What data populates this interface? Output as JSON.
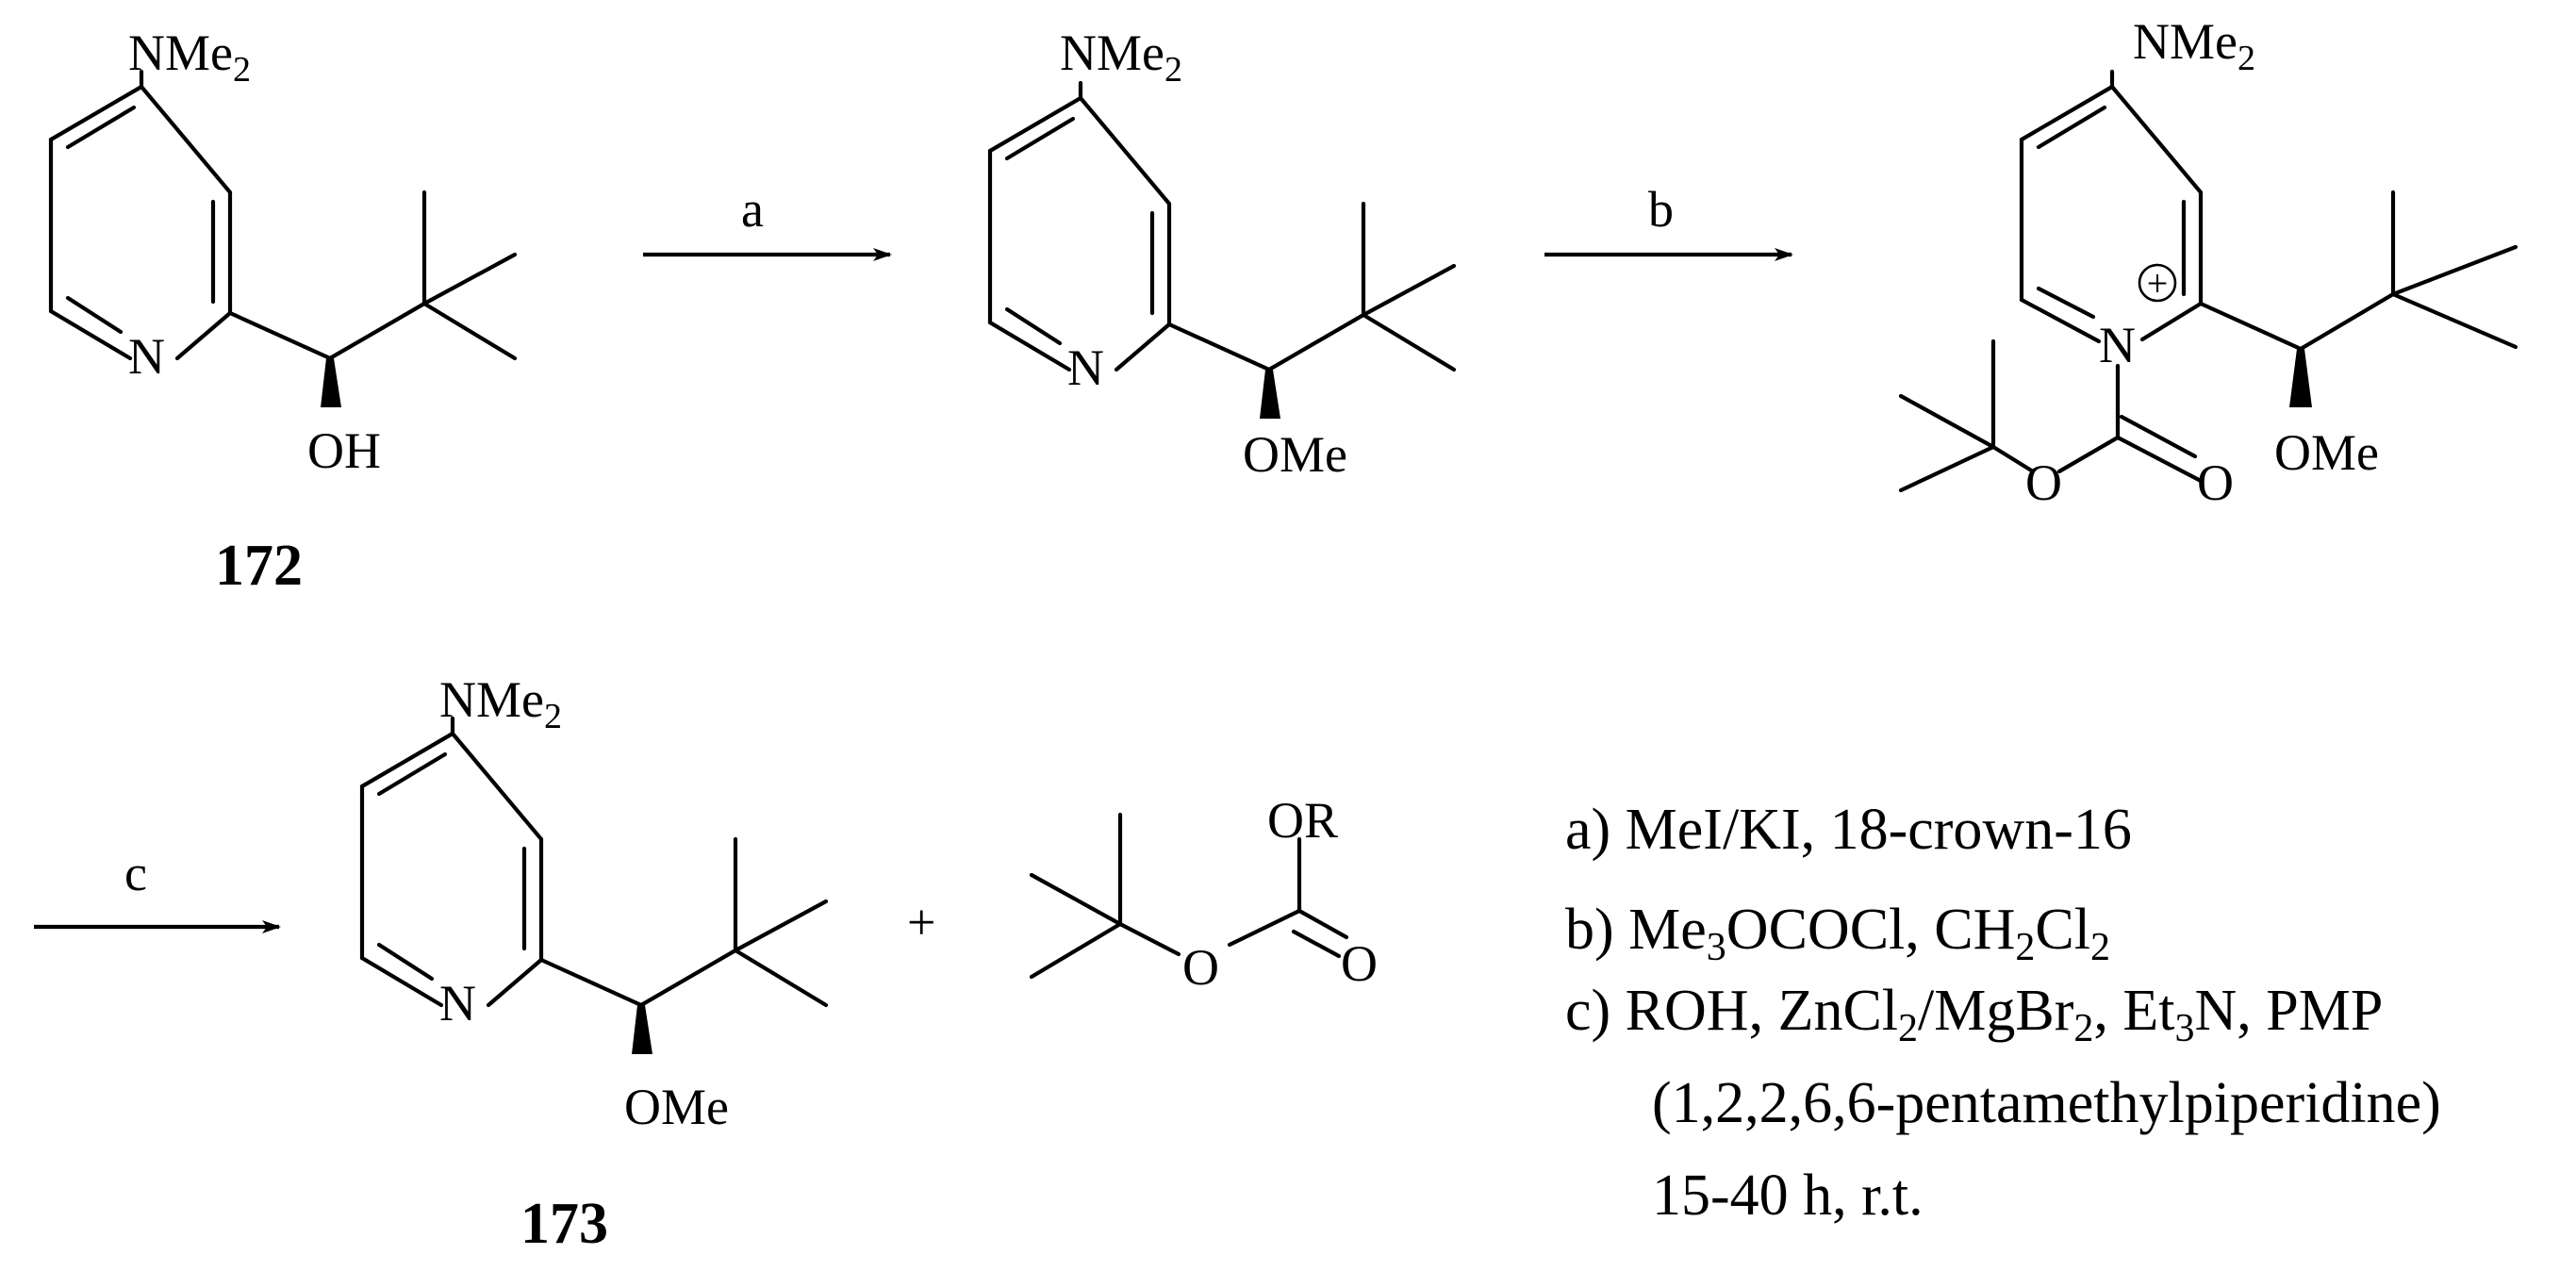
{
  "atoms": {
    "nme2": "NMe",
    "nme2_sub": "2",
    "n": "N",
    "oh": "OH",
    "ome": "OMe",
    "o": "O",
    "or": "OR",
    "plus": "+"
  },
  "compounds": {
    "c172": "172",
    "c173": "173"
  },
  "arrows": {
    "a": "a",
    "b": "b",
    "c": "c"
  },
  "byproduct_plus": "+",
  "conditions": {
    "a": "a) MeI/KI, 18-crown-16",
    "b_1": "b) Me",
    "b_sub1": "3",
    "b_2": "OCOCl, CH",
    "b_sub2": "2",
    "b_3": "Cl",
    "b_sub3": "2",
    "c_1": "c) ROH, ZnCl",
    "c_sub1": "2",
    "c_2": "/MgBr",
    "c_sub2": "2",
    "c_3": ", Et",
    "c_sub3": "3",
    "c_4": "N, PMP",
    "c_line2": "(1,2,2,6,6-pentamethylpiperidine)",
    "c_line3": "15-40 h, r.t."
  }
}
